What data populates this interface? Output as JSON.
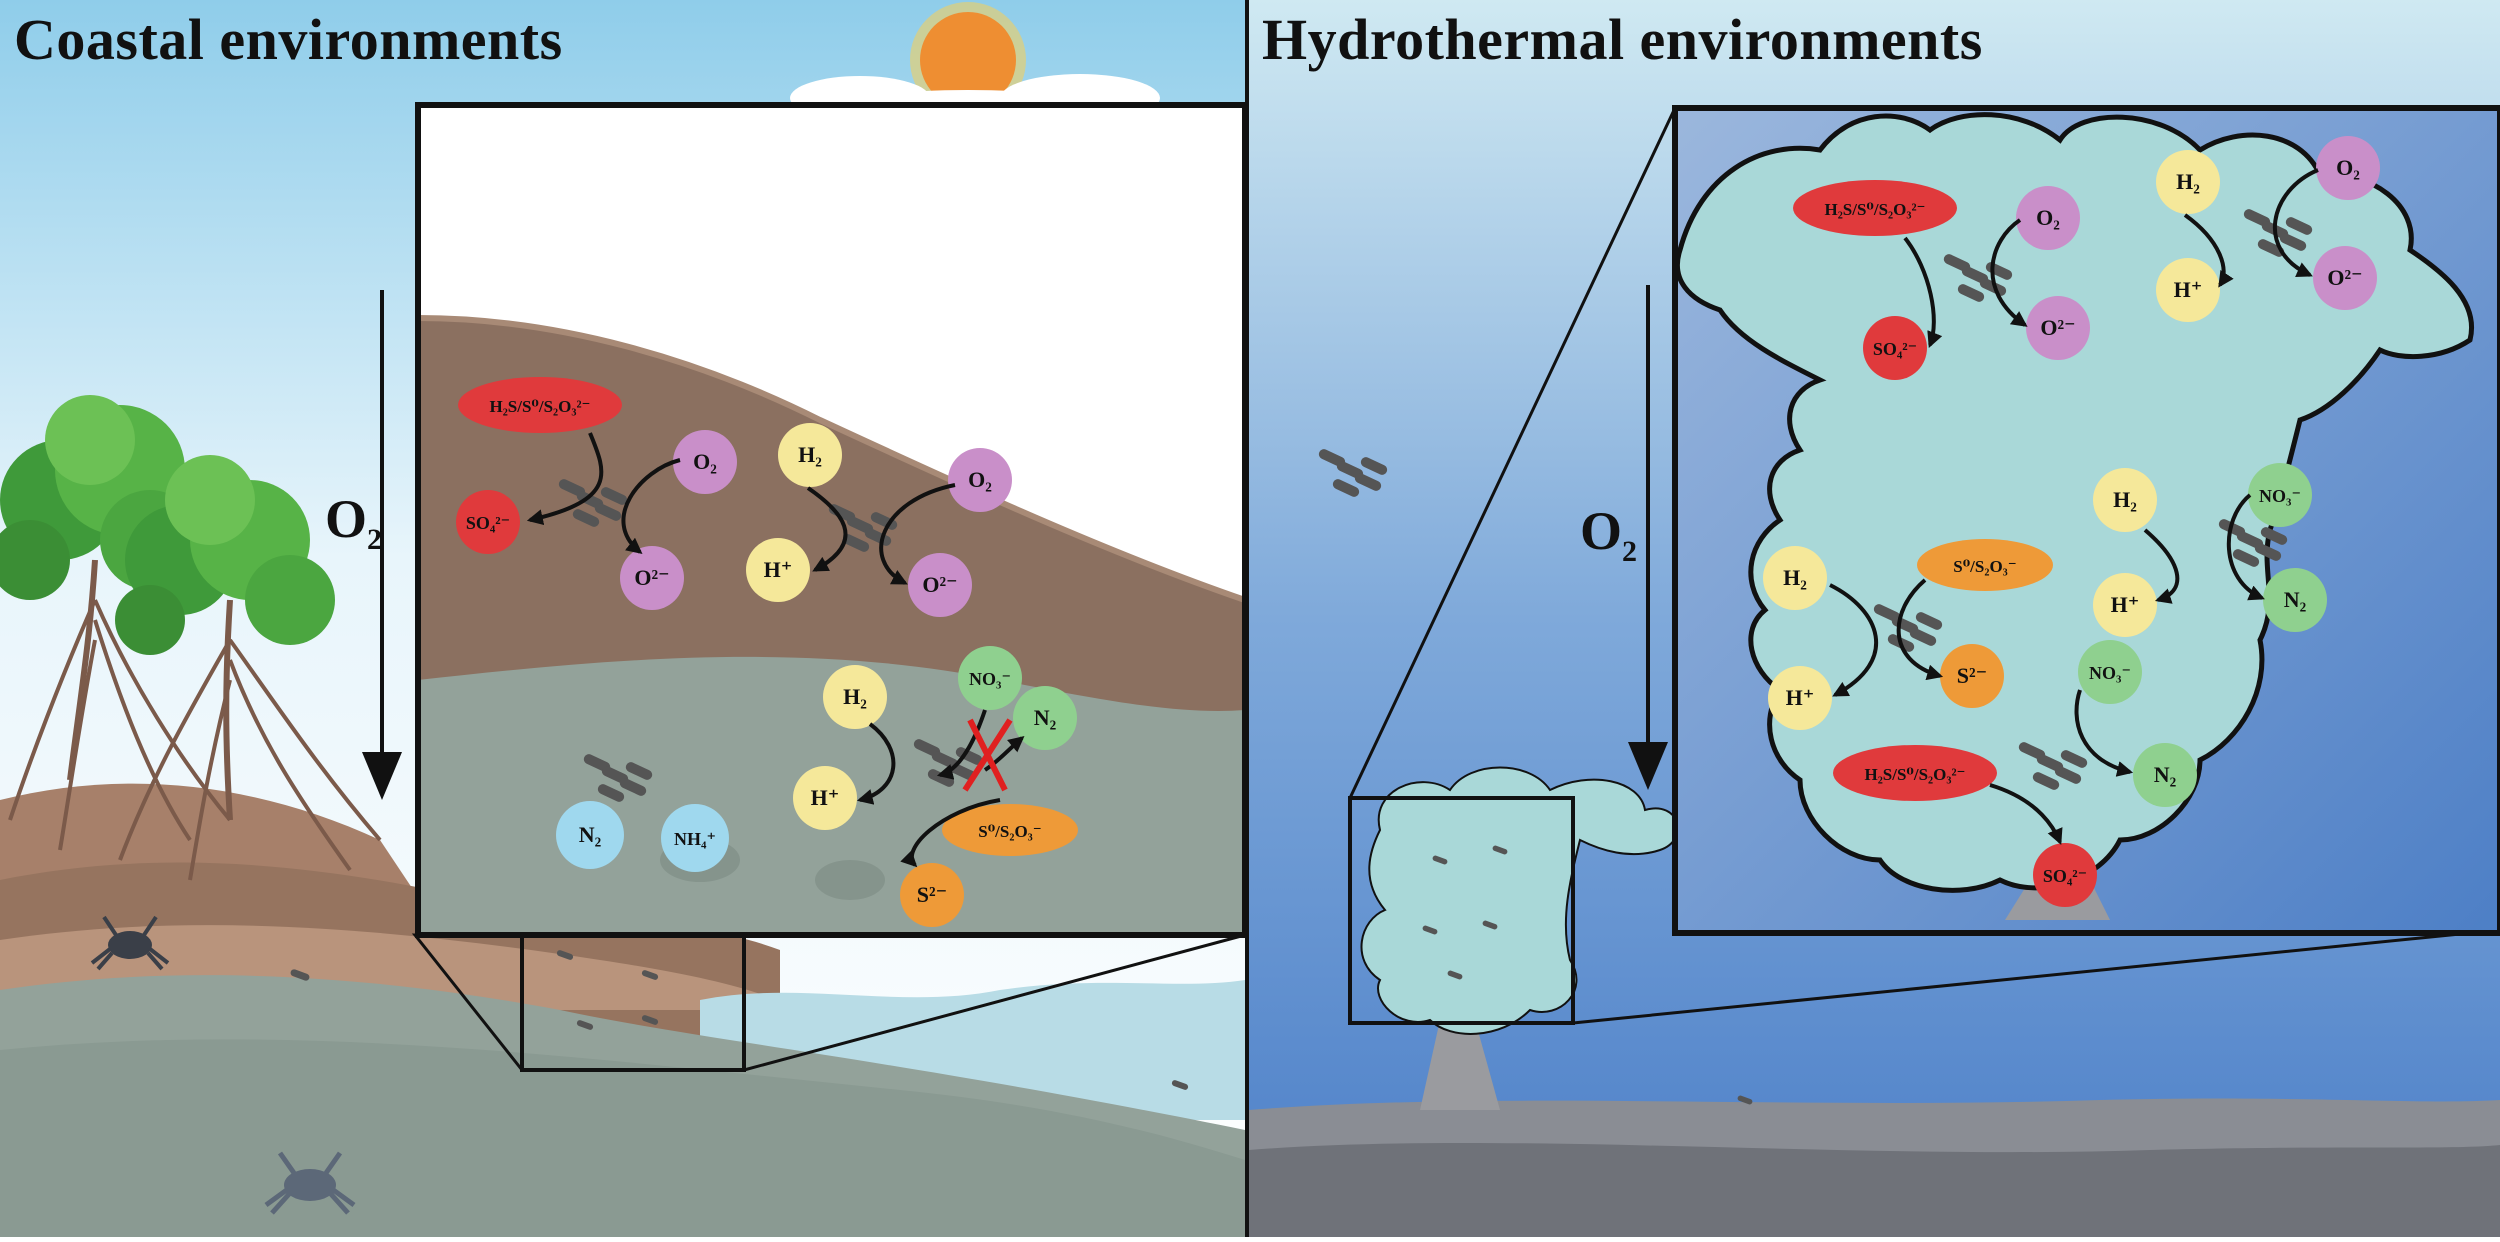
{
  "panels": {
    "coastal": {
      "title": "Coastal environments",
      "gradient_label": "O",
      "gradient_sub": "2"
    },
    "hydrothermal": {
      "title": "Hydrothermal environments",
      "gradient_label": "O",
      "gradient_sub": "2"
    }
  },
  "colors": {
    "sulfur_red": "#e03a3c",
    "oxygen_purple": "#c98fc9",
    "hydrogen_yellow": "#f5e89a",
    "nitrate_green": "#8fd08f",
    "nitrogen_blue": "#9fd8ee",
    "sulfide_orange": "#ee9a38",
    "coastal_sky": "#8fcdea",
    "hydro_water": "#5b8fd0",
    "plume": "#a9d8d8",
    "sediment_brown": "#8b7060",
    "sediment_grey": "#93a29a"
  },
  "species": {
    "H2S_mix": "H₂S/S⁰/S₂O₃²⁻",
    "SO4": "SO₄²⁻",
    "O2": "O₂",
    "O2m": "O²⁻",
    "H2": "H₂",
    "Hplus": "H⁺",
    "NO3": "NO₃⁻",
    "N2": "N₂",
    "NH4": "NH₄⁺",
    "S0_S2O3": "S⁰/S₂O₃⁻",
    "S2m": "S²⁻"
  },
  "icons": [
    "sun-icon",
    "mangrove-tree-icon",
    "crab-icon",
    "bacteria-icon",
    "inhibition-cross-icon"
  ]
}
